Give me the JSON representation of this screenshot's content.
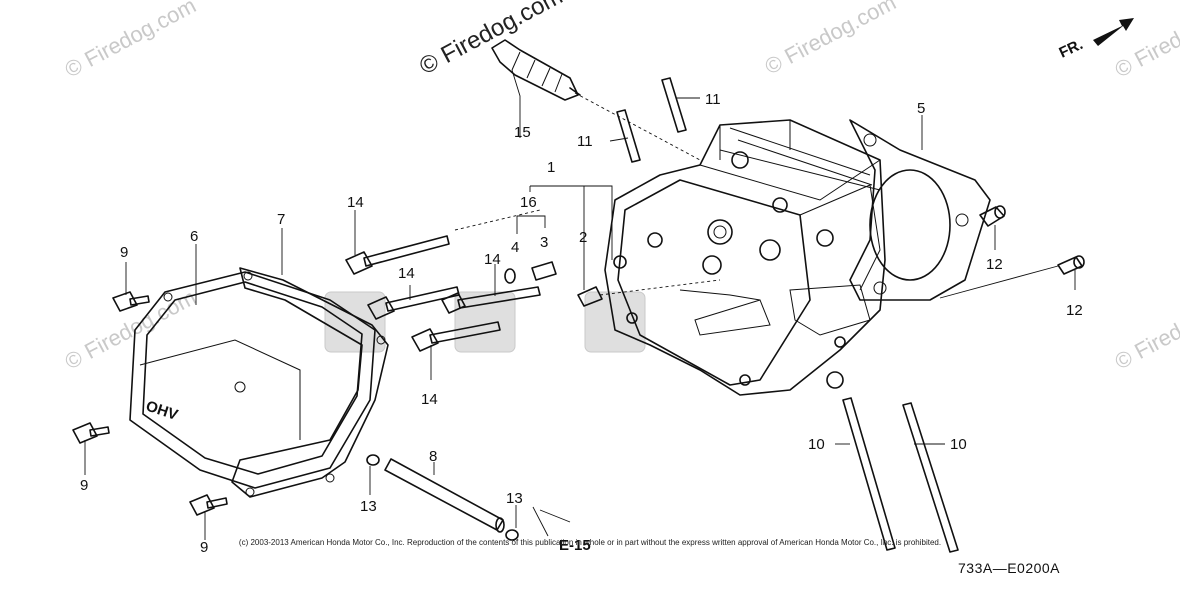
{
  "watermark": {
    "text": "© Firedog.com",
    "main_text": "© Firedog.com"
  },
  "direction_marker": {
    "label": "FR."
  },
  "callouts": {
    "c1": "1",
    "c2": "2",
    "c3": "3",
    "c4": "4",
    "c5": "5",
    "c6": "6",
    "c7": "7",
    "c8": "8",
    "c9a": "9",
    "c9b": "9",
    "c9c": "9",
    "c10a": "10",
    "c10b": "10",
    "c11a": "11",
    "c11b": "11",
    "c12a": "12",
    "c12b": "12",
    "c13a": "13",
    "c13b": "13",
    "c14a": "14",
    "c14b": "14",
    "c14c": "14",
    "c14d": "14",
    "c15": "15",
    "c16": "16"
  },
  "cover_emboss": "OHV",
  "reference": "E-15",
  "copyright": "(c) 2003-2013 American Honda Motor Co., Inc. Reproduction of the contents of this publication in whole or in part without the express written approval of American Honda Motor Co., Inc. is prohibited.",
  "diagram_code": "733A—E0200A"
}
